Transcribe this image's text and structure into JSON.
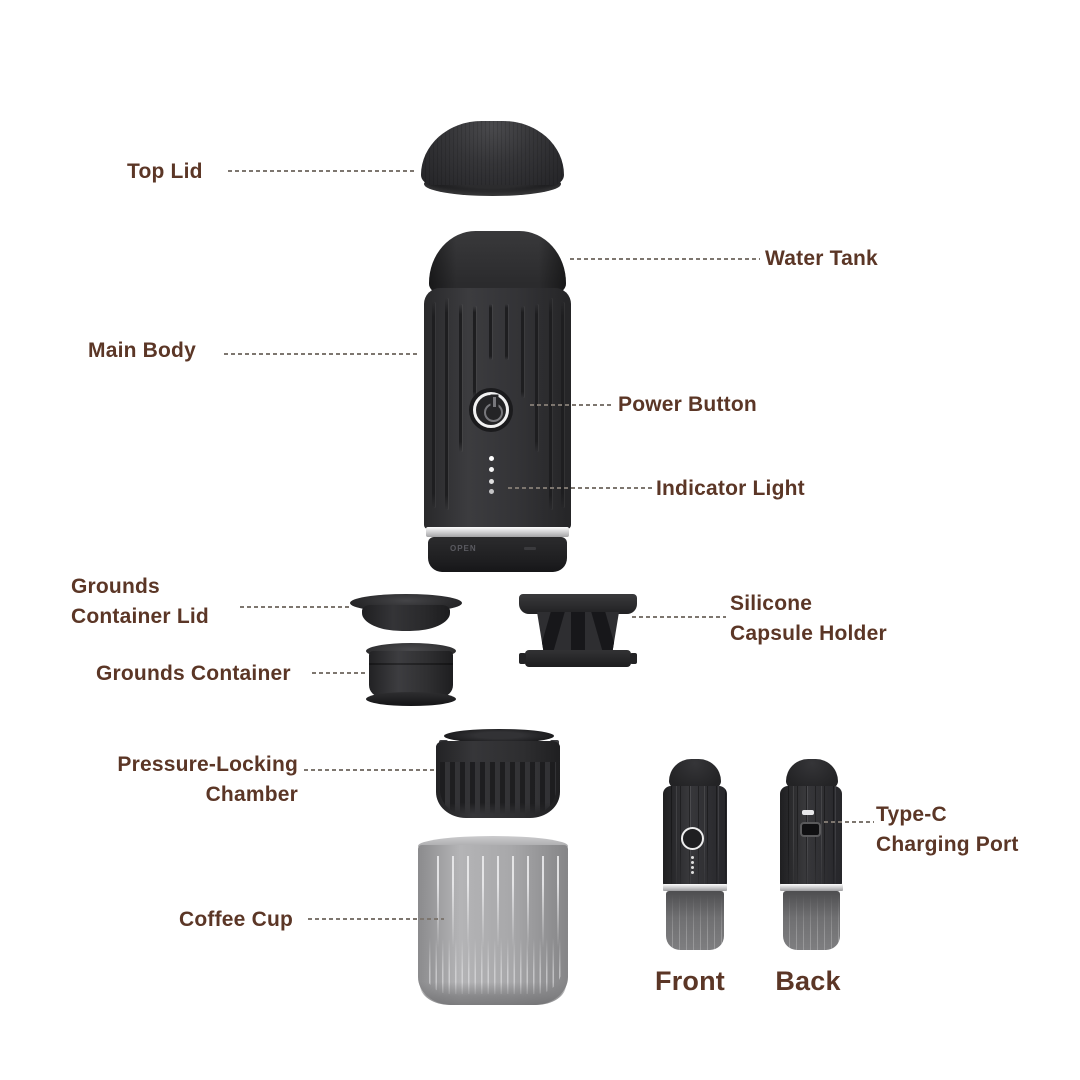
{
  "colors": {
    "background": "#ffffff",
    "label_text": "#5b3626",
    "leader_line": "#7d766f",
    "device_body": "#2e2e30",
    "silver_band": "#cdcdcf",
    "cup_gray": "#a6a6a8"
  },
  "parts": {
    "top_lid": {
      "label": "Top Lid"
    },
    "water_tank": {
      "label": "Water Tank"
    },
    "main_body": {
      "label": "Main Body"
    },
    "power_button": {
      "label": "Power Button"
    },
    "indicator_light": {
      "label": "Indicator Light"
    },
    "grounds_container_lid": {
      "label": "Grounds\nContainer Lid"
    },
    "silicone_capsule_holder": {
      "label": "Silicone\nCapsule Holder"
    },
    "grounds_container": {
      "label": "Grounds Container"
    },
    "pressure_locking_chamber": {
      "label": "Pressure-Locking\nChamber"
    },
    "coffee_cup": {
      "label": "Coffee Cup"
    },
    "type_c_charging_port": {
      "label": "Type-C\nCharging Port"
    }
  },
  "views": {
    "front": {
      "label": "Front"
    },
    "back": {
      "label": "Back"
    }
  },
  "markings": {
    "main_body_base": "OPEN"
  }
}
